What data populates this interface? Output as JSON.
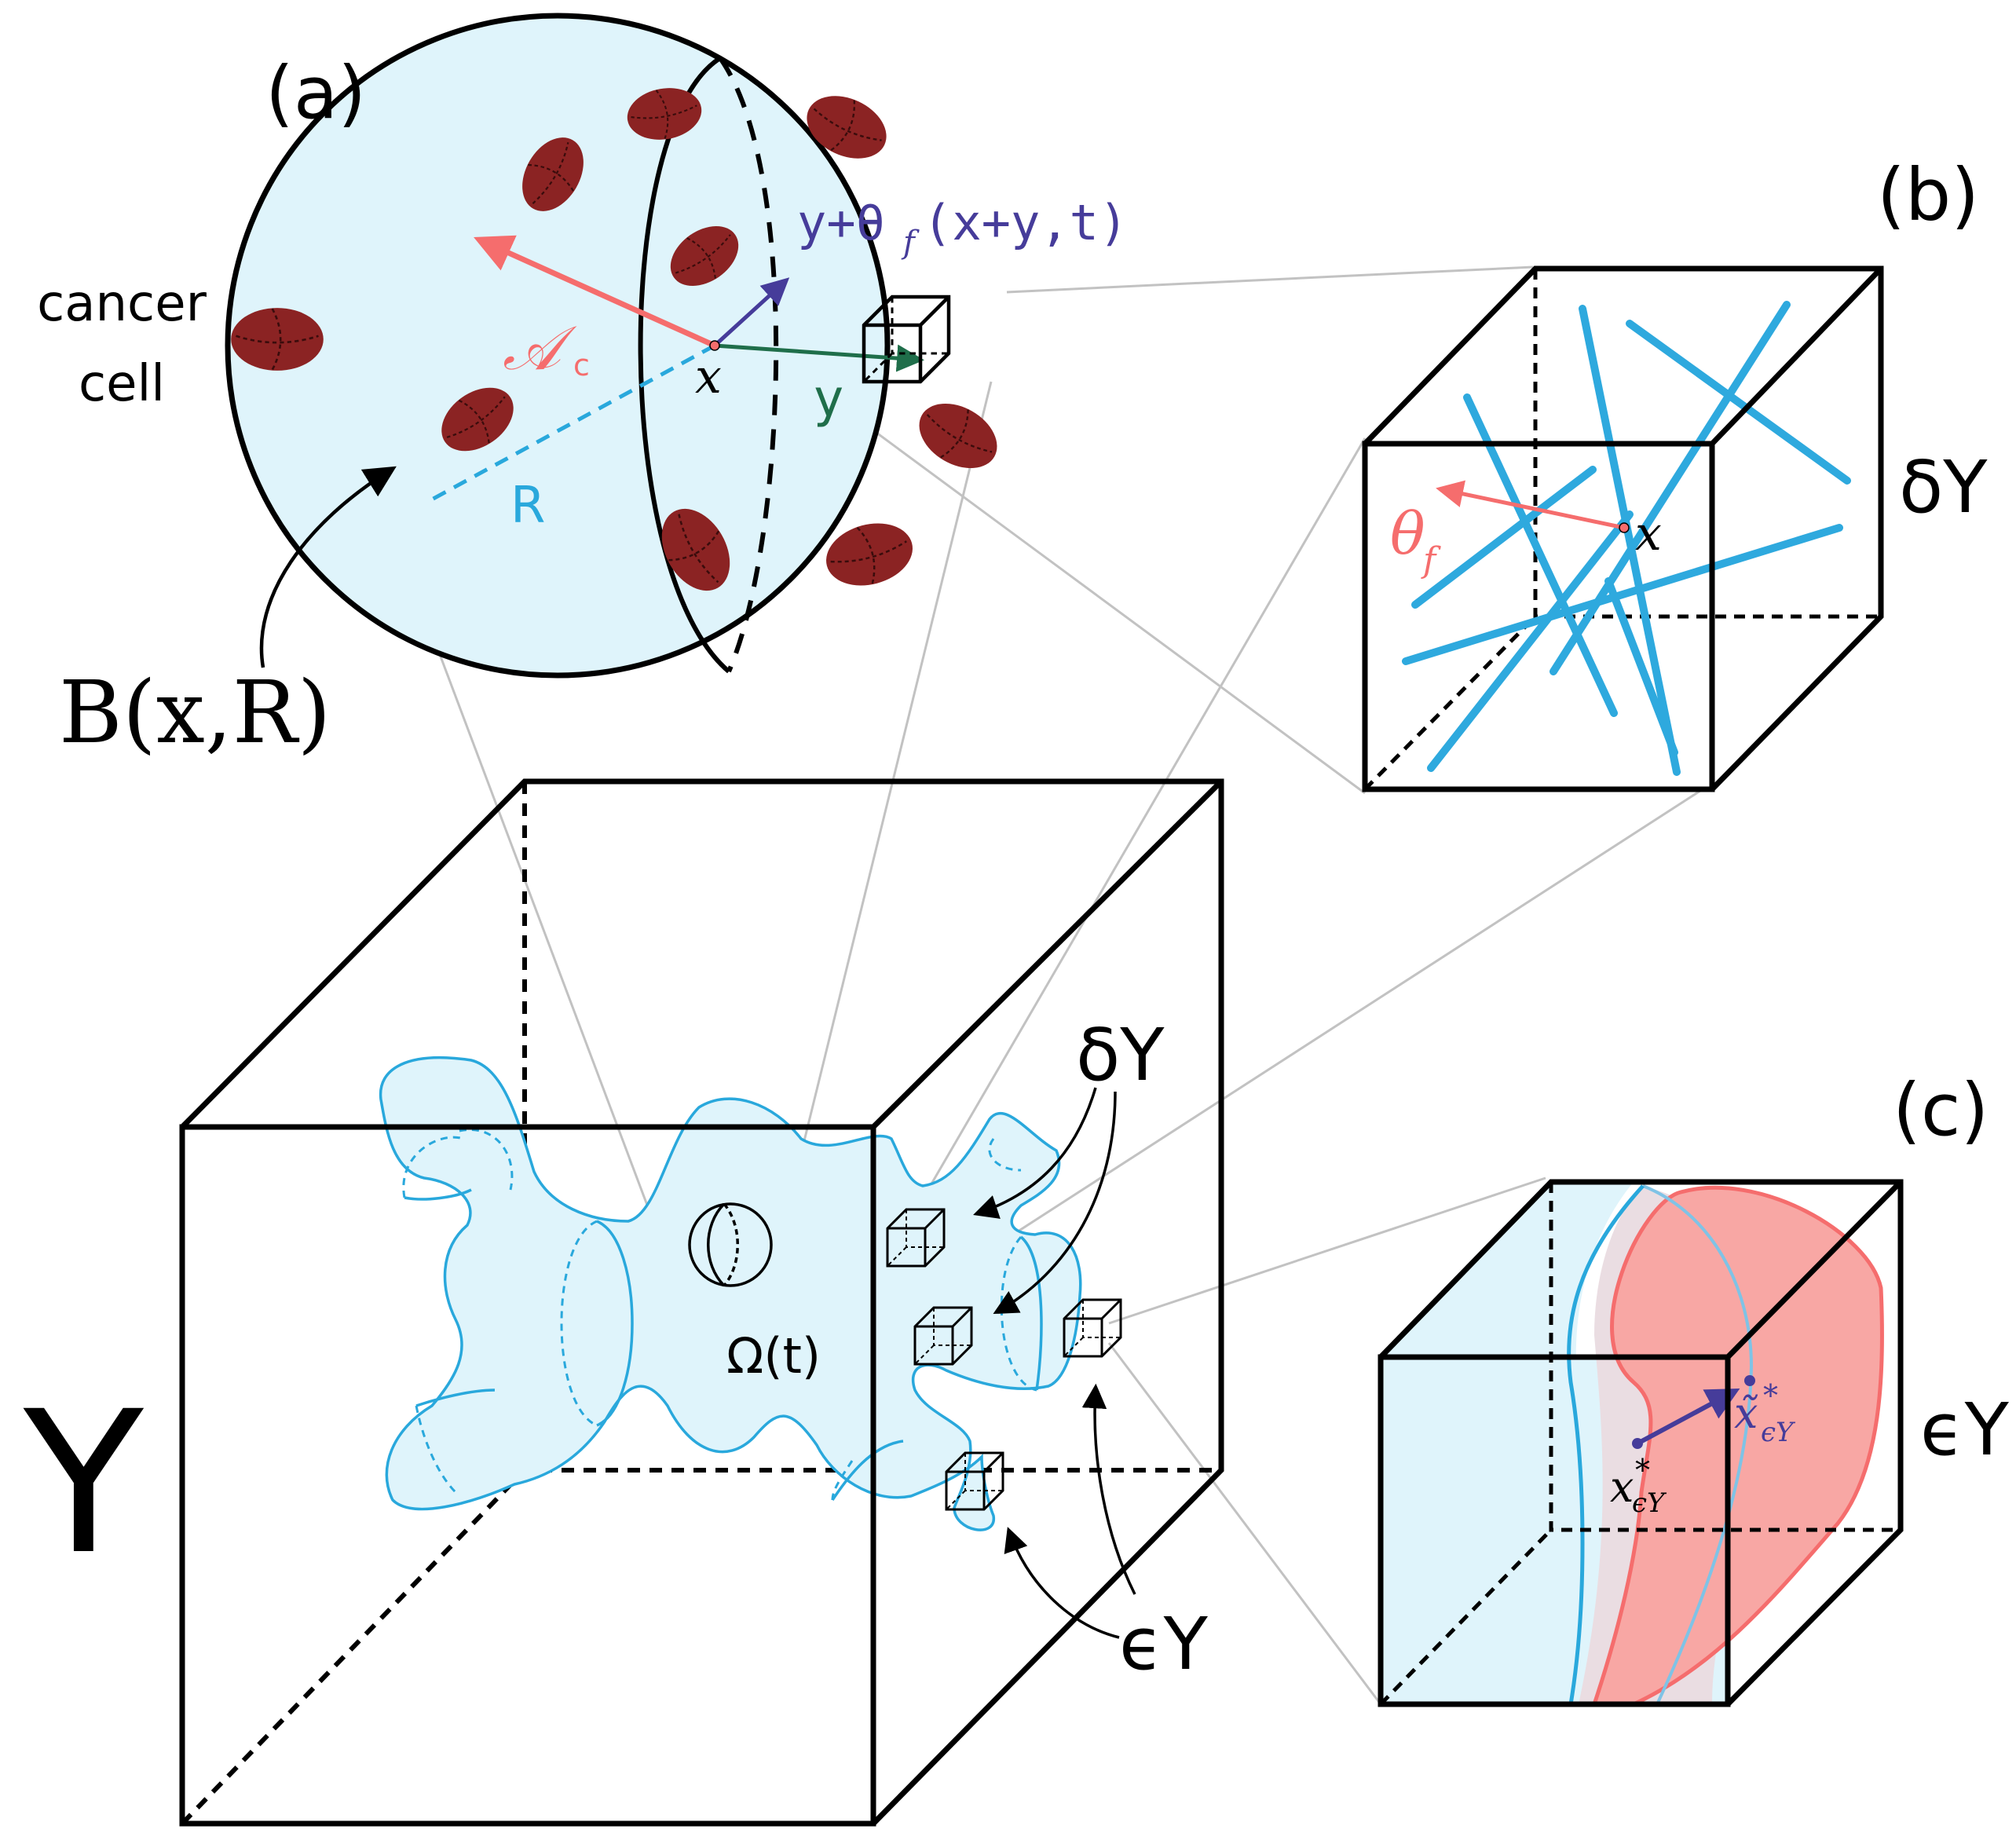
{
  "panels": {
    "a": {
      "label": "(a)"
    },
    "b": {
      "label": "(b)"
    },
    "c": {
      "label": "(c)"
    }
  },
  "labels": {
    "cancer_cell_line1": "cancer",
    "cancer_cell_line2": "cell",
    "ball": "B(x,R)",
    "radius": "R",
    "x_point": "x",
    "y_vec": "y",
    "a_c": "𝒜",
    "a_c_sub": "c",
    "y_theta": "y+θ",
    "y_theta_sub": "f",
    "y_theta_args": "(x+y,t)",
    "delta_y_b": "δY",
    "theta_f": "θ",
    "theta_f_sub": "f",
    "x_b": "x",
    "big_y": "Y",
    "omega": "Ω(t)",
    "delta_y_main": "δY",
    "eps_y_main": "ϵY",
    "eps_y_c": "ϵY",
    "x_star": "x",
    "x_star_sup": "*",
    "x_star_sub": "ϵY",
    "x_tilde": "x̃",
    "x_tilde_sup": "*",
    "x_tilde_sub": "ϵY"
  },
  "colors": {
    "tumor_fill": "#dff4fb",
    "tumor_stroke": "#29a8dc",
    "cell_fill": "#8b2323",
    "fiber": "#2ea9de",
    "salmon": "#f56d6d",
    "purple": "#463c9a",
    "green": "#1f6e4a",
    "gray": "#c2c2c2"
  }
}
